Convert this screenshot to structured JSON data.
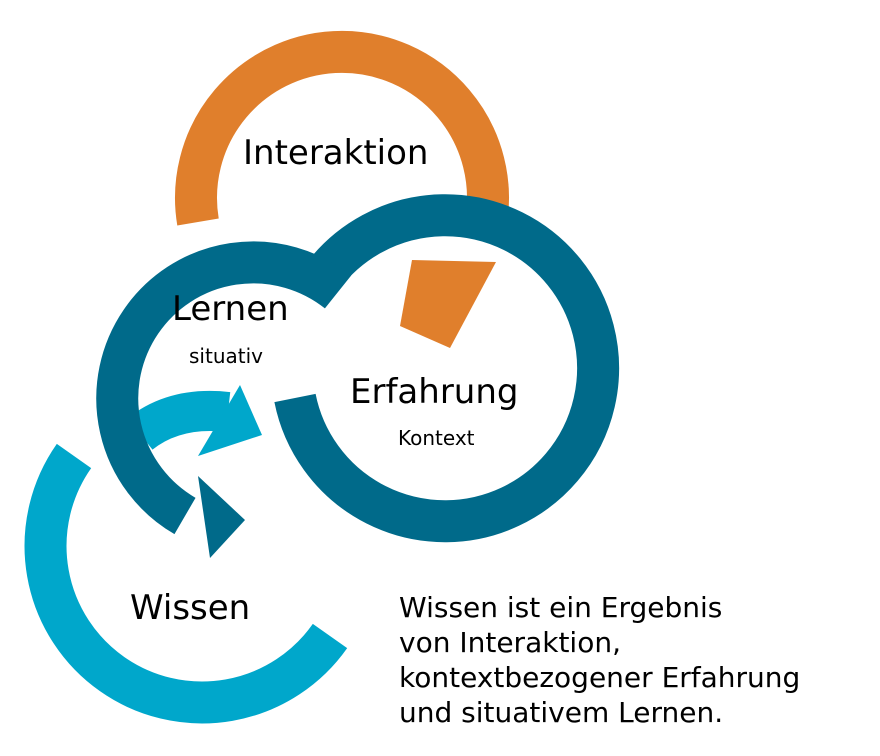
{
  "colors": {
    "orange": "#e07f2c",
    "dark_teal": "#006a8a",
    "light_teal": "#00a7cb",
    "text": "#000000"
  },
  "cycles": {
    "interaktion": {
      "label": "Interaktion",
      "color": "orange"
    },
    "lernen": {
      "label": "Lernen",
      "sublabel": "situativ",
      "color": "dark_teal"
    },
    "erfahrung": {
      "label": "Erfahrung",
      "sublabel": "Kontext",
      "color": "dark_teal"
    },
    "wissen": {
      "label": "Wissen",
      "color": "light_teal"
    }
  },
  "statement": {
    "lines": [
      "Wissen ist ein Ergebnis",
      "von Interaktion,",
      "kontextbezogener Erfahrung",
      "und situativem Lernen."
    ]
  }
}
